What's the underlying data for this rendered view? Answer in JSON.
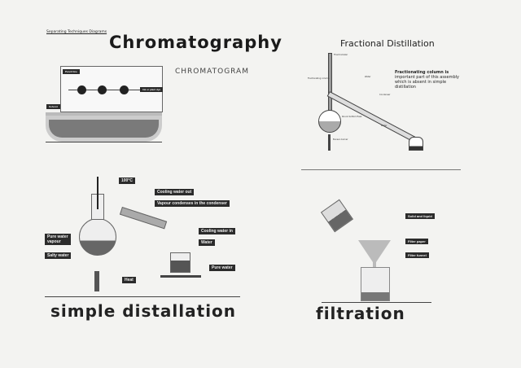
{
  "header": "Separating Techniques Diagrams",
  "chromatography": {
    "title": "Chromatography",
    "subtitle": "CHROMATOGRAM",
    "labels": {
      "pencil": "Pencil line",
      "ink": "Ink or plant dye",
      "solvent": "Solvent"
    }
  },
  "fractional": {
    "title": "Fractional Distillation",
    "note_bold": "Fractionating column is",
    "note": "important part of this assembly which is absent in simple distillation",
    "labels": {
      "thermometer": "Thermometer",
      "column": "Fractionating column",
      "water_out": "Water",
      "condenser": "Condenser",
      "flask": "Round bottom flask",
      "water_in": "Water",
      "burner": "Bunsen burner"
    }
  },
  "simple": {
    "title": "simple distallation",
    "labels": {
      "temp": "100°C",
      "cool_out": "Cooling water out",
      "vapour_cond": "Vapour condenses in the condenser",
      "cool_in": "Cooling water in",
      "water": "Water",
      "pure_vapour": "Pure water vapour",
      "salty": "Salty water",
      "heat": "Heat",
      "pure_water": "Pure water"
    }
  },
  "filtration": {
    "title": "filtration",
    "labels": {
      "solid_liquid": "Solid and liquid",
      "paper": "Filter paper",
      "funnel": "Filter funnel"
    }
  }
}
